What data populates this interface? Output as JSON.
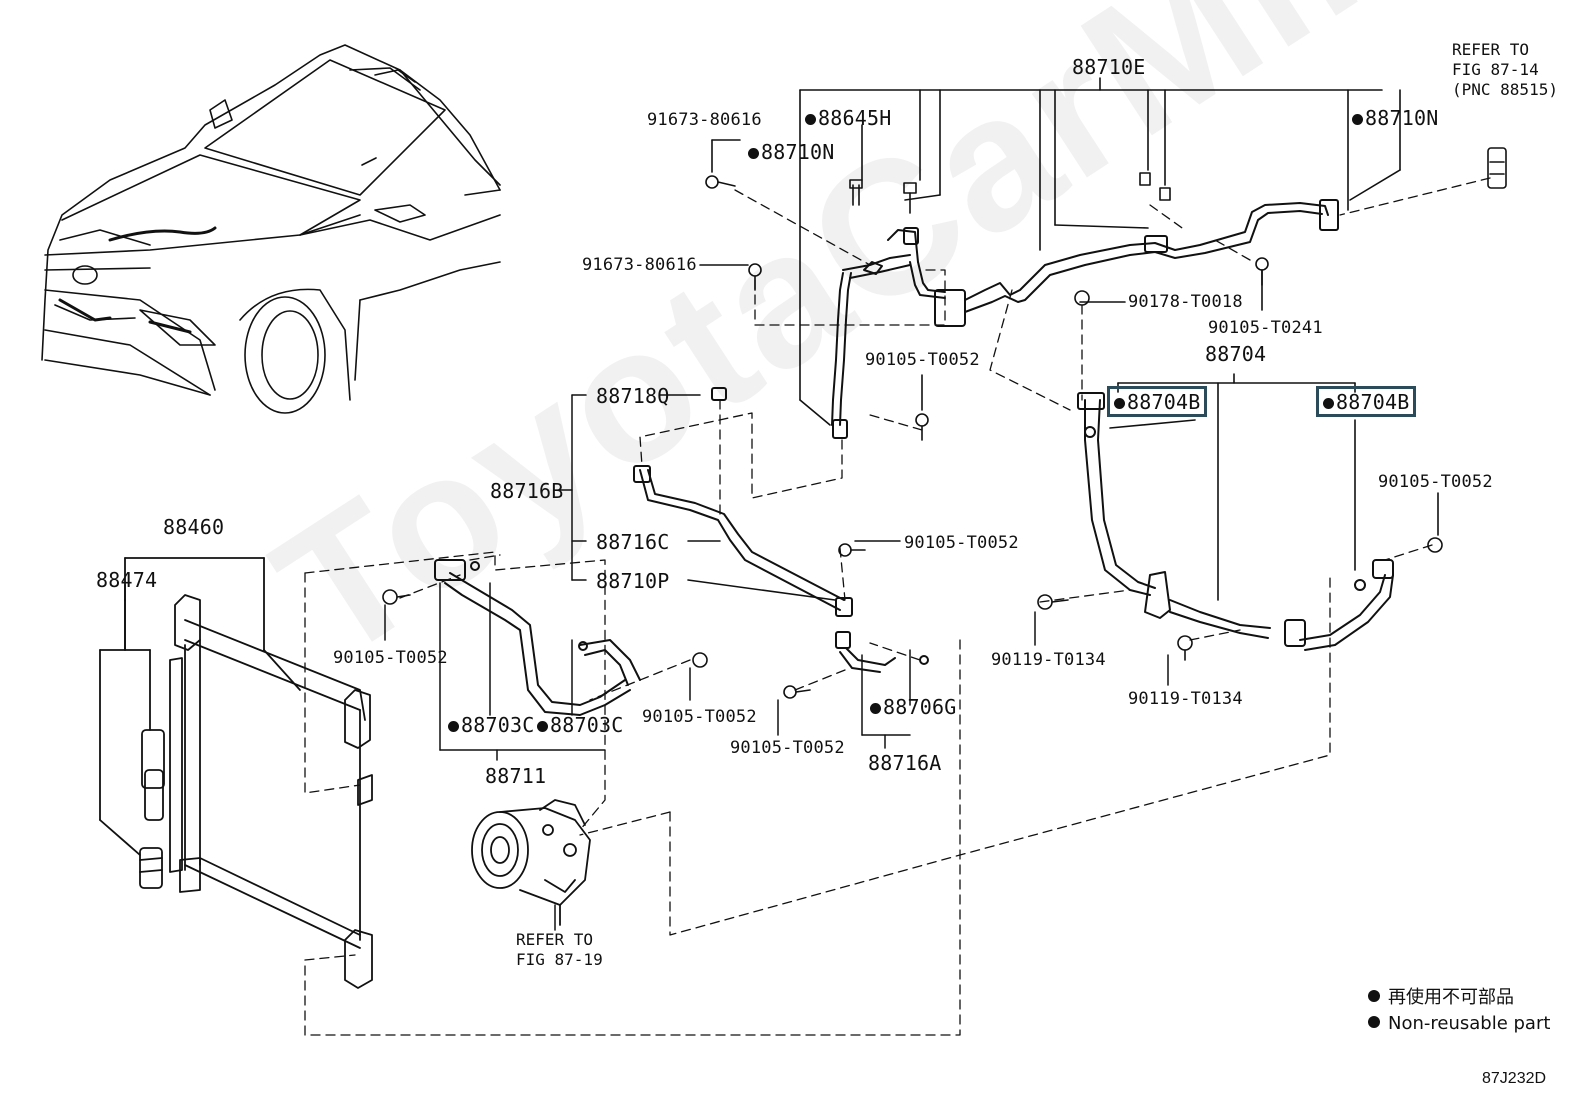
{
  "watermark": "ToyotaCarMine.ru",
  "labels": {
    "p88710E": "88710E",
    "p91673a": "91673-80616",
    "p88645H": "88645H",
    "p88710N_l": "88710N",
    "p88710N_r": "88710N",
    "p91673b": "91673-80616",
    "p90178": "90178-T0018",
    "p90105_T0241": "90105-T0241",
    "p90105_t1": "90105-T0052",
    "p88704": "88704",
    "p88704B_l": "88704B",
    "p88704B_r": "88704B",
    "p90105_t2": "90105-T0052",
    "p88718Q": "88718Q",
    "p88716B": "88716B",
    "p88716C": "88716C",
    "p90105_t3": "90105-T0052",
    "p88710P": "88710P",
    "p88460": "88460",
    "p88474": "88474",
    "p90105_t4": "90105-T0052",
    "p88703C_l": "88703C",
    "p88703C_r": "88703C",
    "p90105_t5": "90105-T0052",
    "p90105_t6": "90105-T0052",
    "p88706G": "88706G",
    "p88716A": "88716A",
    "p88711": "88711",
    "p90119a": "90119-T0134",
    "p90119b": "90119-T0134"
  },
  "refer_top": {
    "l1": "REFER TO",
    "l2": "FIG 87-14",
    "l3": "(PNC 88515)"
  },
  "refer_comp": {
    "l1": "REFER TO",
    "l2": "FIG 87-19"
  },
  "legend": {
    "jp": "再使用不可部品",
    "en": "Non-reusable part"
  },
  "figure_code": "87J232D"
}
